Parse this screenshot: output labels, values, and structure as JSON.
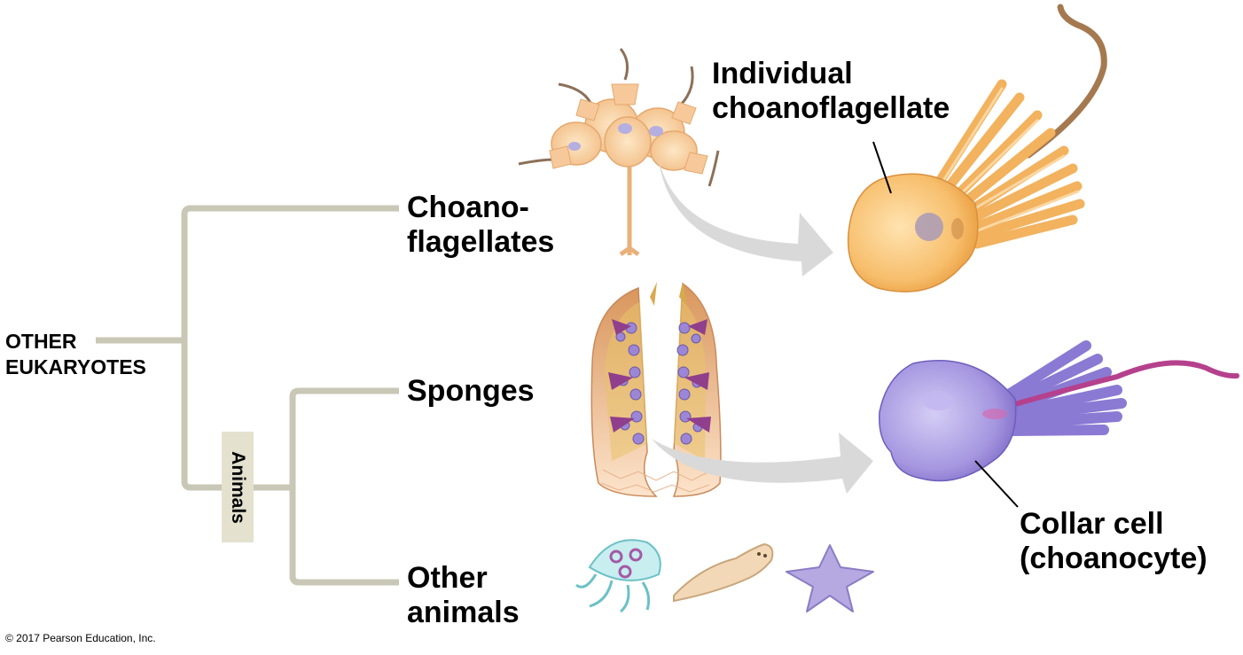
{
  "labels": {
    "other_eukaryotes_line1": "OTHER",
    "other_eukaryotes_line2": "EUKARYOTES",
    "animals": "Animals",
    "choano_line1": "Choano-",
    "choano_line2": "flagellates",
    "sponges": "Sponges",
    "other_animals_line1": "Other",
    "other_animals_line2": "animals",
    "individual_line1": "Individual",
    "individual_line2": "choanoflagellate",
    "collar_line1": "Collar cell",
    "collar_line2": "(choanocyte)"
  },
  "copyright": "© 2017 Pearson Education, Inc.",
  "colors": {
    "tree_lines": "#c9c7b5",
    "animals_box": "#e4e2cf",
    "choano_cell": "#f6be6e",
    "collar_cell": "#a99be0",
    "arrow": "#d9d9d9"
  },
  "icons": [
    "choanoflagellate-colony-icon",
    "choanoflagellate-cell-icon",
    "sponge-cross-section-icon",
    "collar-cell-icon",
    "jellyfish-icon",
    "flatworm-icon",
    "sea-star-icon"
  ]
}
